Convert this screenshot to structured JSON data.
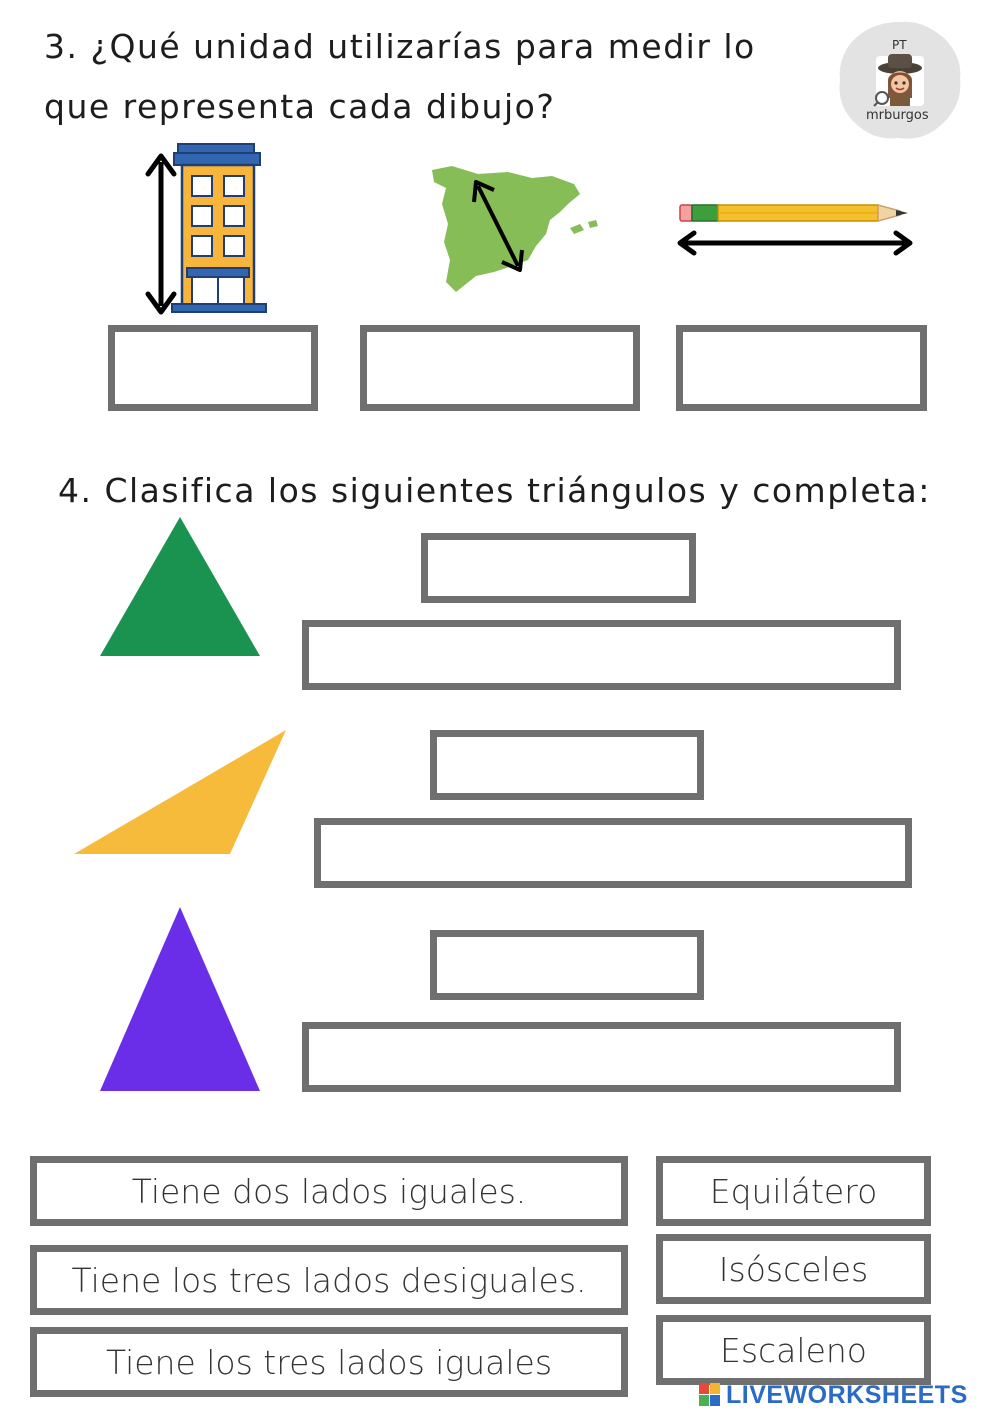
{
  "section3": {
    "title_line1": "3. ¿Qué unidad utilizarías para medir lo",
    "title_line2": "que representa cada dibujo?"
  },
  "logo": {
    "top_text": "PT",
    "bottom_text": "mrburgos"
  },
  "section4": {
    "title": "4. Clasifica los siguientes triángulos y completa:"
  },
  "triangles": [
    {
      "color": "#1a9350",
      "kind": "equilateral"
    },
    {
      "color": "#f7bb3c",
      "kind": "scalene"
    },
    {
      "color": "#6a2ee8",
      "kind": "isosceles"
    }
  ],
  "options": {
    "descriptions": [
      "Tiene dos lados iguales.",
      "Tiene los tres lados desiguales.",
      "Tiene los tres lados iguales"
    ],
    "names": [
      "Equilátero",
      "Isósceles",
      "Escaleno"
    ]
  },
  "footer": {
    "brand": "LIVEWORKSHEETS"
  },
  "colors": {
    "box_border": "#6f6f6f",
    "building": "#f7b53b",
    "building_roof": "#3366b0",
    "map": "#86bd57",
    "brand": "#2a6cc4"
  }
}
